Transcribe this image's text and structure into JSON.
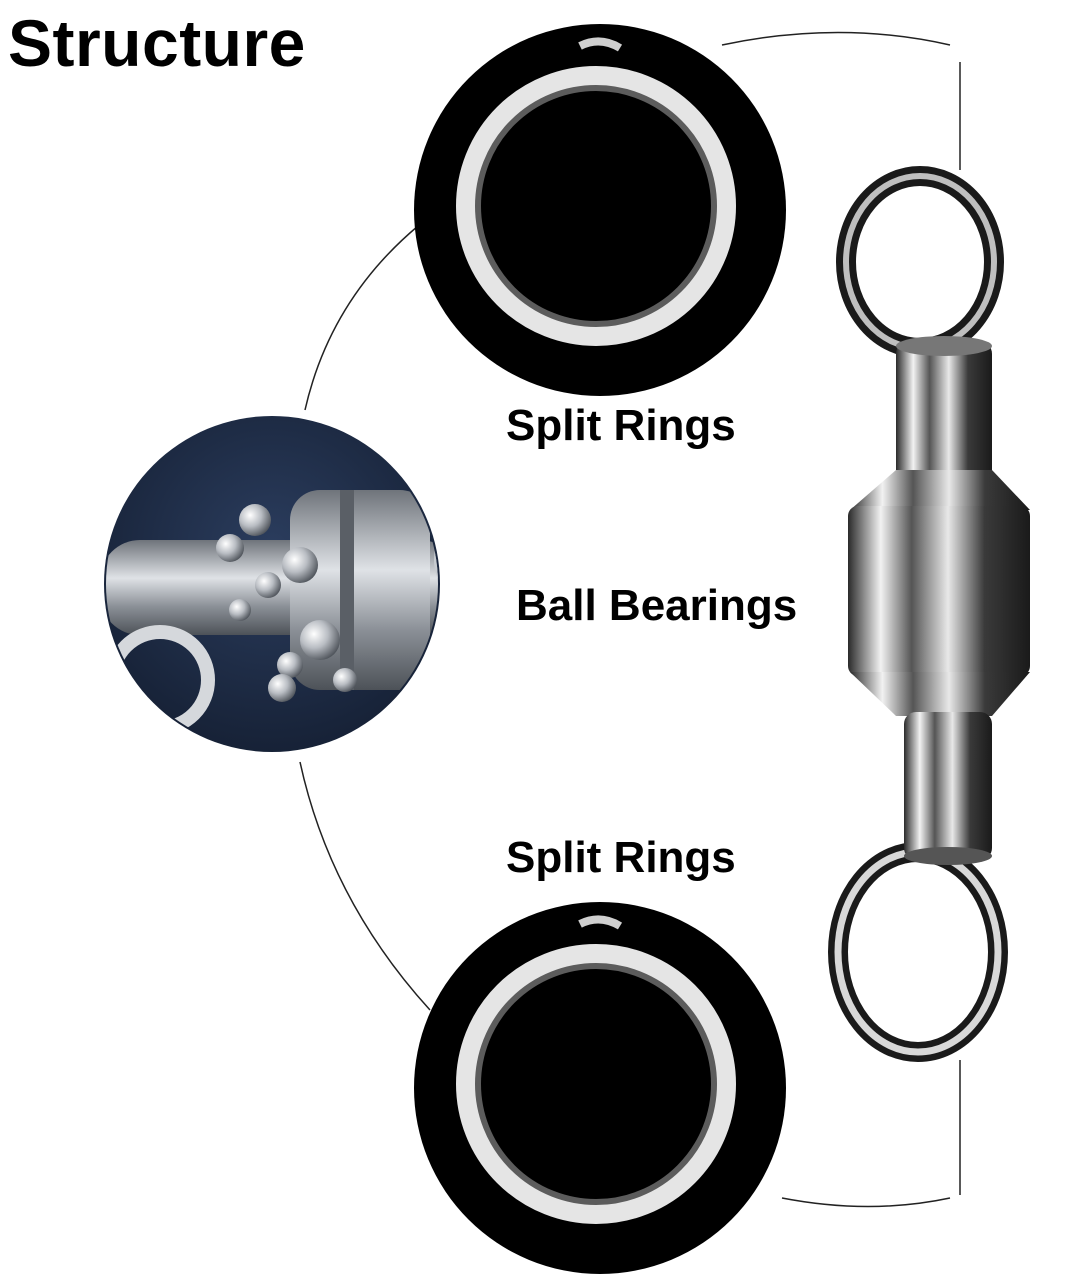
{
  "title": "Structure",
  "labels": {
    "split_rings_top": "Split Rings",
    "ball_bearings": "Ball Bearings",
    "split_rings_bottom": "Split Rings"
  },
  "colors": {
    "background": "#ffffff",
    "text": "#000000",
    "ring_dark": "#000000",
    "bearing_bg": "#1f2f4a",
    "metal": "#c9ccd1"
  }
}
